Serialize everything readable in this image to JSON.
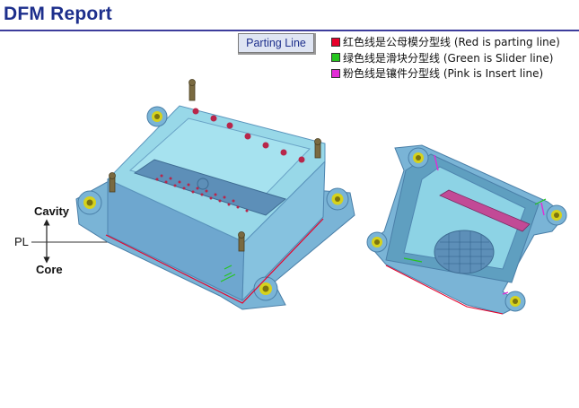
{
  "header": {
    "title": "DFM Report"
  },
  "tag": {
    "label": "Parting Line"
  },
  "legend": {
    "items": [
      {
        "text": "红色线是公母模分型线 (Red is parting line)",
        "color": "#e8002a"
      },
      {
        "text": "绿色线是滑块分型线 (Green is Slider line)",
        "color": "#25c51e"
      },
      {
        "text": "粉色线是镶件分型线 (Pink is Insert line)",
        "color": "#e22bd6"
      }
    ]
  },
  "diagram": {
    "cavity_label": "Cavity",
    "pl_label": "PL",
    "core_label": "Core"
  },
  "colors": {
    "part": "#8dd3e5",
    "part_dark": "#5f9fc0",
    "part_shade": "#6ea7cf",
    "hole": "#b8264a",
    "boss": "#d6d21c"
  }
}
